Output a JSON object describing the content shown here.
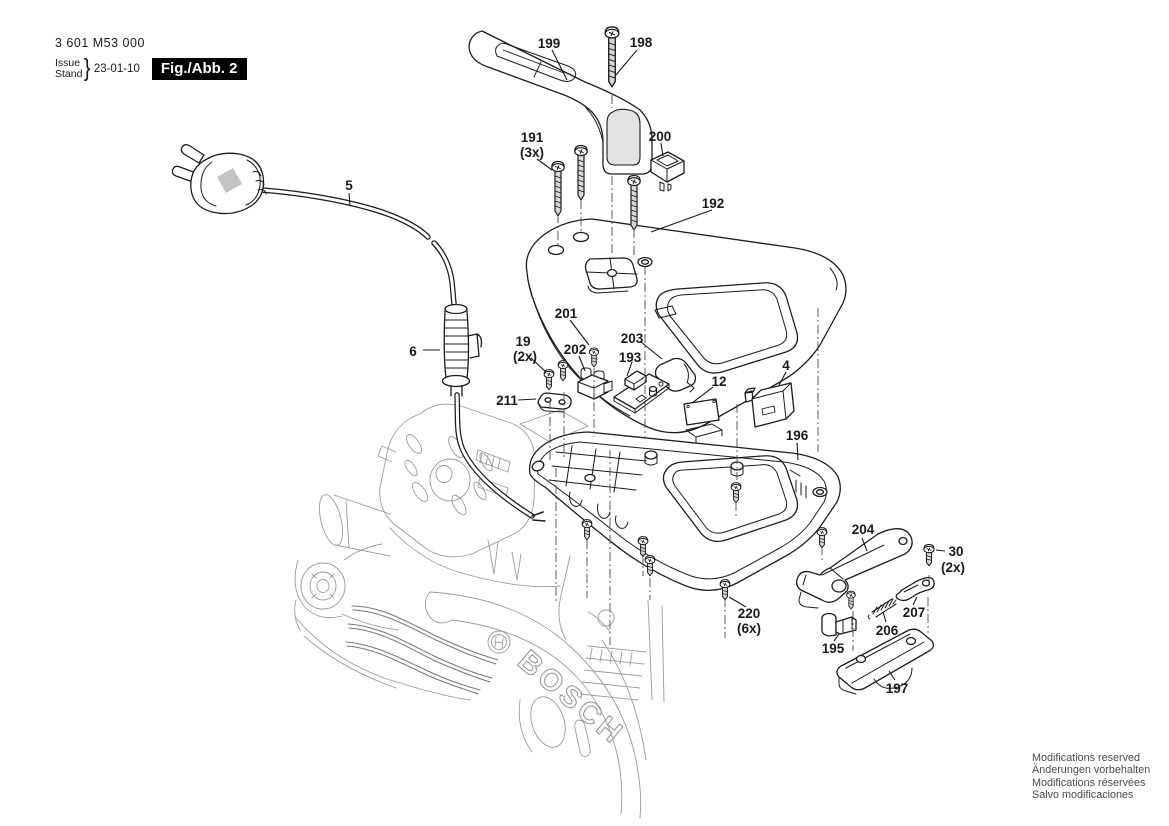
{
  "header": {
    "part_number": "3 601 M53 000",
    "issue_label": "Issue",
    "stand_label": "Stand",
    "brace": "}",
    "date": "23-01-10",
    "figure_label": "Fig./Abb. 2"
  },
  "footer": {
    "line1": "Modifications reserved",
    "line2": "Änderungen vorbehalten",
    "line3": "Modifications réservées",
    "line4": "Salvo modificaciones"
  },
  "brand": {
    "logo_text": "BOSCH"
  },
  "parts": {
    "p5": {
      "label": "5"
    },
    "p6": {
      "label": "6"
    },
    "p199": {
      "label": "199"
    },
    "p198": {
      "label": "198"
    },
    "p191": {
      "label": "191",
      "qty": "(3x)"
    },
    "p200": {
      "label": "200"
    },
    "p192": {
      "label": "192"
    },
    "p201": {
      "label": "201"
    },
    "p19": {
      "label": "19",
      "qty": "(2x)"
    },
    "p202": {
      "label": "202"
    },
    "p203": {
      "label": "203"
    },
    "p193": {
      "label": "193"
    },
    "p12": {
      "label": "12"
    },
    "p4": {
      "label": "4"
    },
    "p211": {
      "label": "211"
    },
    "p196": {
      "label": "196"
    },
    "p204": {
      "label": "204"
    },
    "p30": {
      "label": "30",
      "qty": "(2x)"
    },
    "p207": {
      "label": "207"
    },
    "p206": {
      "label": "206"
    },
    "p220": {
      "label": "220",
      "qty": "(6x)"
    },
    "p195": {
      "label": "195"
    },
    "p197": {
      "label": "197"
    }
  }
}
